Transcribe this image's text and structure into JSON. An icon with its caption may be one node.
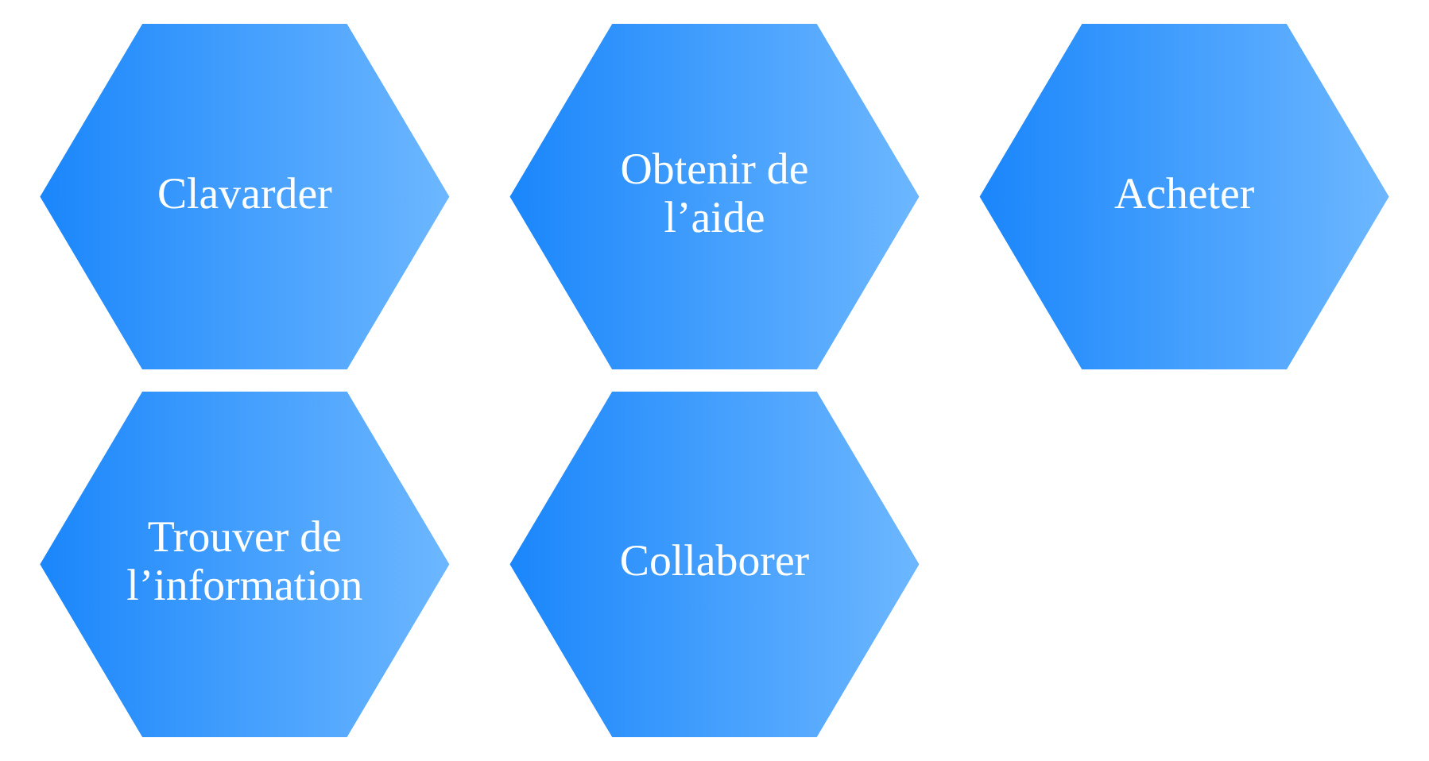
{
  "diagram": {
    "nodes": [
      {
        "text": [
          "Clavarder"
        ]
      },
      {
        "text": [
          "Obtenir de l’aide"
        ]
      },
      {
        "text": [
          "Acheter"
        ]
      },
      {
        "text": [
          "Trouver de l’information"
        ]
      },
      {
        "text": [
          "Collaborer"
        ]
      }
    ]
  }
}
